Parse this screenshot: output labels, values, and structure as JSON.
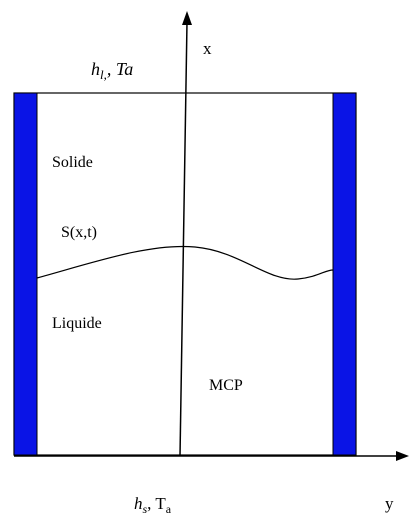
{
  "labels": {
    "top_h": "h",
    "top_h_sub": "l,",
    "top_t": ", Ta",
    "x_axis": "x",
    "y_axis": "y",
    "solid": "Solide",
    "interface": "S(x,t)",
    "liquid": "Liquide",
    "material": "MCP",
    "bottom_h": "h",
    "bottom_h_sub": "s",
    "bottom_t": ", T",
    "bottom_t_sub": "a"
  },
  "colors": {
    "wall": "#0a14e6",
    "outline": "#000000",
    "background": "#ffffff"
  }
}
